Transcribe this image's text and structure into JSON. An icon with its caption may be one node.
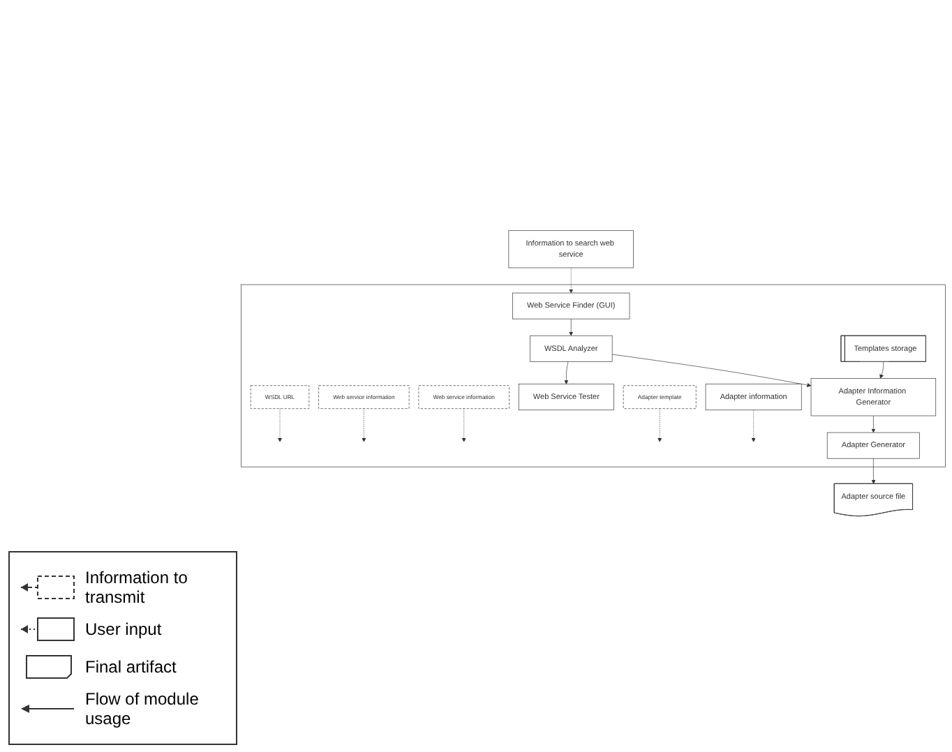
{
  "diagram": {
    "nodes": [
      {
        "text": [],
        "shape": "box"
      },
      {
        "text": [
          "Information to search web service"
        ]
      },
      {
        "text": [
          "Web Service Finder (GUI)"
        ],
        "in": 0
      },
      {
        "text": [
          "WSDL URL"
        ],
        "in": 0
      },
      {
        "text": [
          "WSDL Analyzer"
        ],
        "in": 0
      },
      {
        "text": [
          "Web service information"
        ],
        "in": 0
      },
      {
        "text": [
          "Web service information"
        ],
        "in": 0
      },
      {
        "text": [
          "Web Service Tester"
        ],
        "in": 0
      },
      {
        "text": [
          "Adapter template"
        ],
        "in": 0
      },
      {
        "text": [
          "Adapter Information Generator"
        ],
        "in": 0
      },
      {
        "text": [
          "Templates storage"
        ],
        "in": 0
      },
      {
        "text": [
          "Adapter information"
        ],
        "in": 0
      },
      {
        "text": [
          "Adapter Generator"
        ],
        "in": 0
      },
      {
        "text": [
          "Adapter source file"
        ]
      }
    ],
    "edges": [
      {
        "from": 1,
        "to": 2,
        "arrow": "to",
        "style": "dashed"
      },
      {
        "from": 2,
        "to": 4,
        "arrow": "to"
      },
      {
        "from": 3,
        "to": null,
        "arrow": "to",
        "style": "dashed"
      },
      {
        "from": 4,
        "to": 7,
        "arrow": "to"
      },
      {
        "from": 5,
        "to": null,
        "arrow": "to",
        "style": "dashed"
      },
      {
        "from": 4,
        "to": 9,
        "arrow": "to"
      },
      {
        "from": 6,
        "to": null,
        "arrow": "to",
        "style": "dashed"
      },
      {
        "from": 8,
        "to": null,
        "arrow": "to",
        "style": "dashed"
      },
      {
        "from": 10,
        "to": 9,
        "arrow": "to"
      },
      {
        "from": 9,
        "to": 12,
        "arrow": "to"
      },
      {
        "from": 11,
        "to": null,
        "arrow": "to",
        "style": "dashed"
      },
      {
        "from": 12,
        "to": 13,
        "arrow": "to"
      }
    ],
    "legend": [
      {
        "text": "Information to transmit"
      },
      {
        "text": "User input"
      },
      {
        "text": "Final artifact"
      },
      {
        "text": "Flow of module usage"
      }
    ]
  }
}
